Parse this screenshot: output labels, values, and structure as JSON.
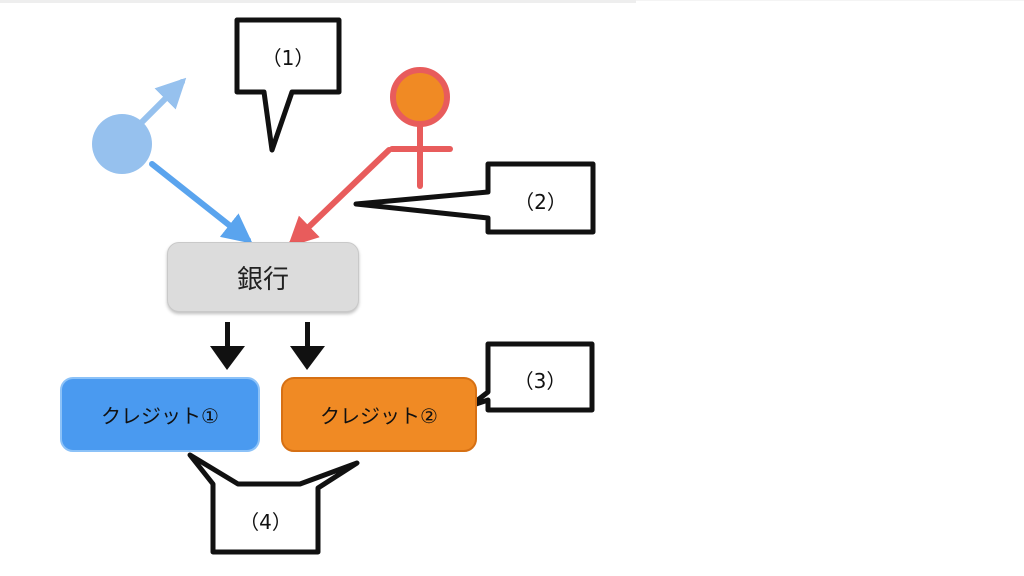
{
  "diagram": {
    "nodes": {
      "bank": {
        "label": "銀行",
        "color": "#dcdcdc"
      },
      "credit1": {
        "label": "クレジット①",
        "color": "#4a9af0"
      },
      "credit2": {
        "label": "クレジット②",
        "color": "#f08a24"
      }
    },
    "callouts": {
      "c1": {
        "label": "（1）"
      },
      "c2": {
        "label": "（2）"
      },
      "c3": {
        "label": "（3）"
      },
      "c4": {
        "label": "（4）"
      }
    },
    "symbols": {
      "male": {
        "icon": "male-symbol-icon",
        "color": "#96c1ee"
      },
      "female": {
        "icon": "female-symbol-icon",
        "color": "#f08a24",
        "outline": "#e85c5c"
      }
    },
    "edges": [
      {
        "from": "male",
        "to": "bank",
        "color": "#5aa4ee"
      },
      {
        "from": "female",
        "to": "bank",
        "color": "#e85c5c"
      },
      {
        "from": "bank",
        "to": "credit1",
        "color": "#111111"
      },
      {
        "from": "bank",
        "to": "credit2",
        "color": "#111111"
      }
    ]
  }
}
